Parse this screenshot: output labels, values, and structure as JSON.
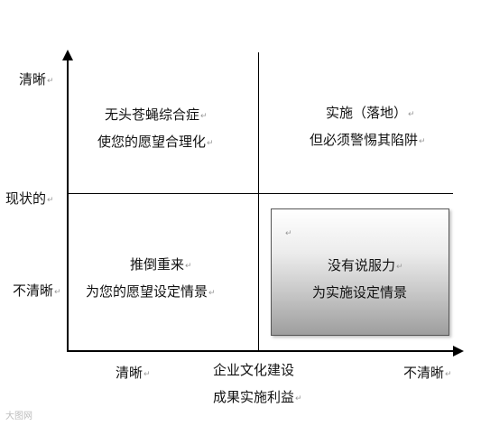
{
  "y_axis": {
    "top_label": "清晰",
    "middle_label": "现状的",
    "bottom_label": "不清晰"
  },
  "x_axis": {
    "left_label": "清晰",
    "right_label": "不清晰",
    "title_line1": "企业文化建设",
    "title_line2": "成果实施利益"
  },
  "quadrants": {
    "top_left": {
      "line1": "无头苍蝇综合症",
      "line2": "使您的愿望合理化"
    },
    "top_right": {
      "line1": "实施（落地）",
      "line2": "但必须警惕其陷阱"
    },
    "bottom_left": {
      "line1": "推倒重来",
      "line2": "为您的愿望设定情景"
    },
    "bottom_right": {
      "line1": "没有说服力",
      "line2": "为实施设定情景"
    }
  },
  "paragraph_mark": "↵",
  "highlight": {
    "quadrant": "bottom_right",
    "fill_top": "#ffffff",
    "fill_bottom": "#9e9e9e"
  },
  "watermark": "大图网"
}
